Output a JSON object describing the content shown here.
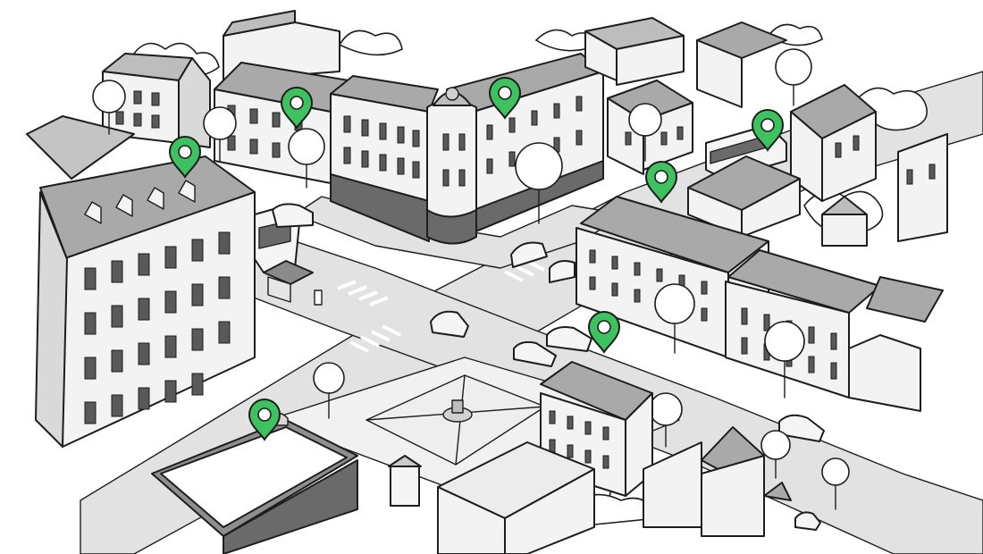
{
  "colors": {
    "pin": "#3ec25f",
    "pin_stroke": "#1d1d1d",
    "pin_hole": "#ffffff",
    "road": "#e2e2e2",
    "roof": "#a9a9a9",
    "ink": "#1d1d1d"
  },
  "map": {
    "pins": [
      {
        "id": "pin-left-mansard",
        "icon": "map-pin-icon"
      },
      {
        "id": "pin-top-left-building",
        "icon": "map-pin-icon"
      },
      {
        "id": "pin-top-center-building",
        "icon": "map-pin-icon"
      },
      {
        "id": "pin-bus-top-right",
        "icon": "map-pin-icon"
      },
      {
        "id": "pin-right-row-building",
        "icon": "map-pin-icon"
      },
      {
        "id": "pin-center-street",
        "icon": "map-pin-icon"
      },
      {
        "id": "pin-bottom-left-building",
        "icon": "map-pin-icon"
      }
    ]
  }
}
